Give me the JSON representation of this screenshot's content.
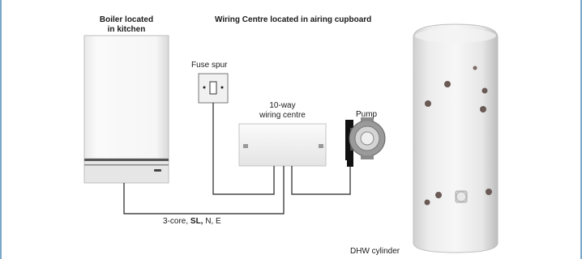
{
  "labels": {
    "boiler_line1": "Boiler located",
    "boiler_line2": "in kitchen",
    "wiring_title": "Wiring Centre located in airing cupboard",
    "fuse_spur": "Fuse spur",
    "wiring_centre_line1": "10-way",
    "wiring_centre_line2": "wiring centre",
    "pump": "Pump",
    "cable_prefix": "3-core, ",
    "cable_bold": "SL,",
    "cable_suffix": " N, E",
    "cylinder": "DHW cylinder"
  },
  "colors": {
    "border": "#7aa7c7",
    "wire": "#222222",
    "appliance": "#f2f2f2"
  }
}
